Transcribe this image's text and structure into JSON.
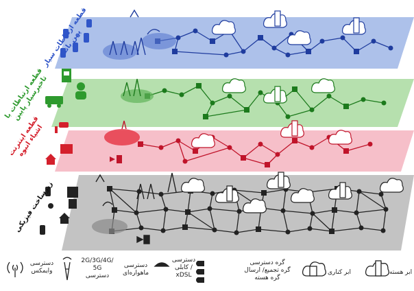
{
  "layers": [
    {
      "key": "mobile",
      "label_line1": "قطعه ارتباطات سیار",
      "label_line2": "پهن باند",
      "color": "#2f55c8"
    },
    {
      "key": "low_latency",
      "label_line1": "قطعه ارتباطات با",
      "label_line2": "تاخیرسیار پایین",
      "color": "#2e9a2e"
    },
    {
      "key": "mass_iot",
      "label_line1": "قطعه اینترنت",
      "label_line2": "اشیاء انبوه",
      "color": "#d4202c"
    },
    {
      "key": "physical",
      "label_line1": "زیرساخت فیزیکی",
      "label_line2": "",
      "color": "#111111"
    }
  ],
  "legend": {
    "wimax": {
      "line1": "دسترسی",
      "line2": "وایمکس"
    },
    "cellular": {
      "line1": "2G/3G/4G/",
      "line2": "5G",
      "line3": "دسترسی"
    },
    "satellite": {
      "line1": "دسترسی",
      "line2": "ماهواره‌ای"
    },
    "cable": {
      "line1": "دسترسی",
      "line2": "کابلی /",
      "line3": "xDSL"
    },
    "access_node": {
      "line1": "گره دسترسی",
      "line2": "گره تجمیع/ ارسال",
      "line3": "گره هسته"
    },
    "edge_cloud": {
      "line1": "ابر کناری"
    },
    "core_cloud": {
      "line1": "ابر هسته"
    }
  },
  "colors": {
    "blue_plane": "#9fb6e6",
    "green_plane": "#a9dba0",
    "red_plane": "#f4b4bf",
    "gray_plane": "#bdbdbd",
    "blue_line": "#1f3c9e",
    "green_line": "#1c7a1c",
    "red_line": "#c0142a",
    "black_line": "#222222"
  }
}
